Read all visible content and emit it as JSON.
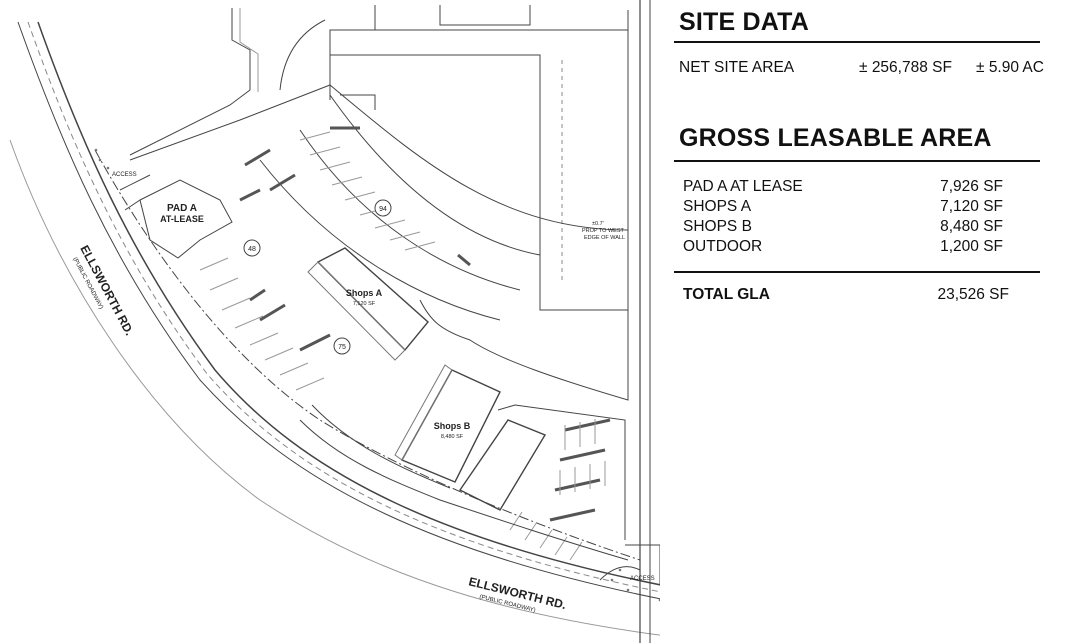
{
  "site_plan": {
    "roads": [
      {
        "name": "ELLSWORTH RD.",
        "sub": "(PUBLIC ROADWAY)"
      },
      {
        "name": "ELLSWORTH RD.",
        "sub": "(PUBLIC ROADWAY)"
      }
    ],
    "buildings": [
      {
        "name": "PAD A",
        "sub": "AT-LEASE"
      },
      {
        "name": "Shops A",
        "sub": "7,120 SF"
      },
      {
        "name": "Shops B",
        "sub": "8,480 SF"
      }
    ],
    "access_labels": [
      "ACCESS",
      "ACCESS"
    ],
    "parking_counts": [
      "94",
      "48",
      "75"
    ],
    "wall_note": [
      "±0.7'",
      "PROP TO WEST",
      "EDGE OF WALL"
    ]
  },
  "site_data": {
    "heading": "SITE DATA",
    "label": "NET SITE AREA",
    "area_sf": "± 256,788 SF",
    "area_ac": "± 5.90 AC"
  },
  "gla": {
    "heading": "GROSS LEASABLE AREA",
    "rows": [
      {
        "label": "PAD A AT LEASE",
        "value": "7,926 SF"
      },
      {
        "label": "SHOPS A",
        "value": "7,120 SF"
      },
      {
        "label": "SHOPS B",
        "value": "8,480 SF"
      },
      {
        "label": "OUTDOOR",
        "value": "1,200 SF"
      }
    ],
    "total_label": "TOTAL GLA",
    "total_value": "23,526 SF"
  }
}
